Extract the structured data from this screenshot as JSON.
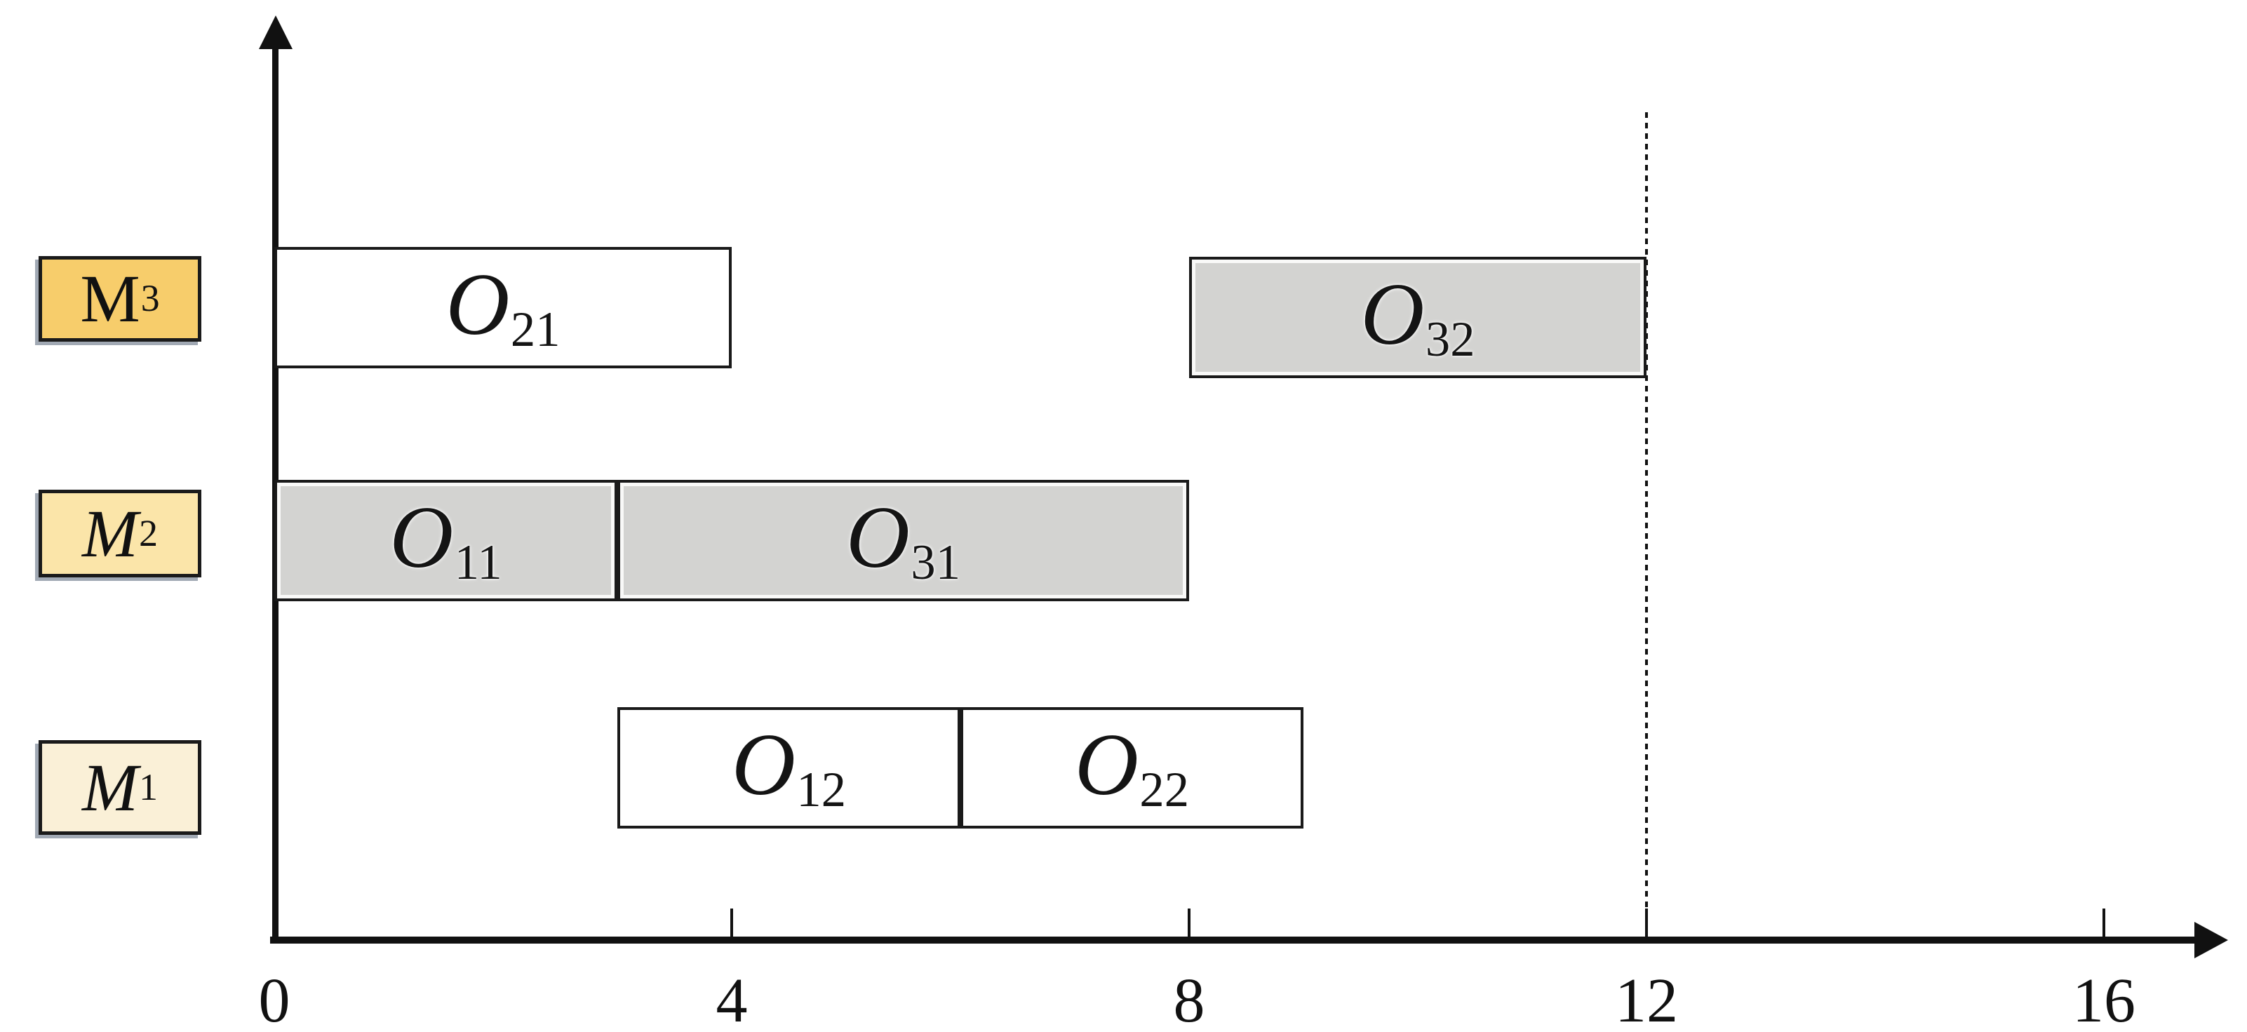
{
  "chart_data": {
    "type": "gantt",
    "title": "",
    "x_axis": {
      "tick_values": [
        0,
        4,
        8,
        12,
        16
      ],
      "min": 0,
      "max": 16,
      "grid": false,
      "arrow": true
    },
    "y_axis": {
      "categories": [
        "M1",
        "M2",
        "M3"
      ],
      "arrow": true
    },
    "machines": [
      {
        "id": "M3",
        "label_main": "M",
        "label_sub": "3",
        "italic": false,
        "box_fill": "#F7CD6B"
      },
      {
        "id": "M2",
        "label_main": "M",
        "label_sub": "2",
        "italic": true,
        "box_fill": "#FBE5A9"
      },
      {
        "id": "M1",
        "label_main": "M",
        "label_sub": "1",
        "italic": true,
        "box_fill": "#FAF0D7"
      }
    ],
    "operations": [
      {
        "name": "O21",
        "label_main": "O",
        "label_sub": "21",
        "machine": "M3",
        "start": 0,
        "end": 4,
        "fill": "#FFFFFF"
      },
      {
        "name": "O32",
        "label_main": "O",
        "label_sub": "32",
        "machine": "M3",
        "start": 8,
        "end": 12,
        "fill": "#D3D3D1"
      },
      {
        "name": "O11",
        "label_main": "O",
        "label_sub": "11",
        "machine": "M2",
        "start": 0,
        "end": 3,
        "fill": "#D3D3D1"
      },
      {
        "name": "O31",
        "label_main": "O",
        "label_sub": "31",
        "machine": "M2",
        "start": 3,
        "end": 8,
        "fill": "#D3D3D1"
      },
      {
        "name": "O12",
        "label_main": "O",
        "label_sub": "12",
        "machine": "M1",
        "start": 3,
        "end": 6,
        "fill": "#FFFFFF"
      },
      {
        "name": "O22",
        "label_main": "O",
        "label_sub": "22",
        "machine": "M1",
        "start": 6,
        "end": 9,
        "fill": "#FFFFFF"
      }
    ],
    "reference_line": {
      "at": 12,
      "style": "dotted"
    },
    "legend": null
  },
  "colors": {
    "background": "#FFFFFF",
    "axis": "#111111",
    "bar_border": "#1A1A1A",
    "bar_gray": "#D3D3D1",
    "bar_white": "#FFFFFF",
    "machine_box_border": "#1A1A1A",
    "machine_box_shadow": "#44546A",
    "text": "#111111"
  }
}
